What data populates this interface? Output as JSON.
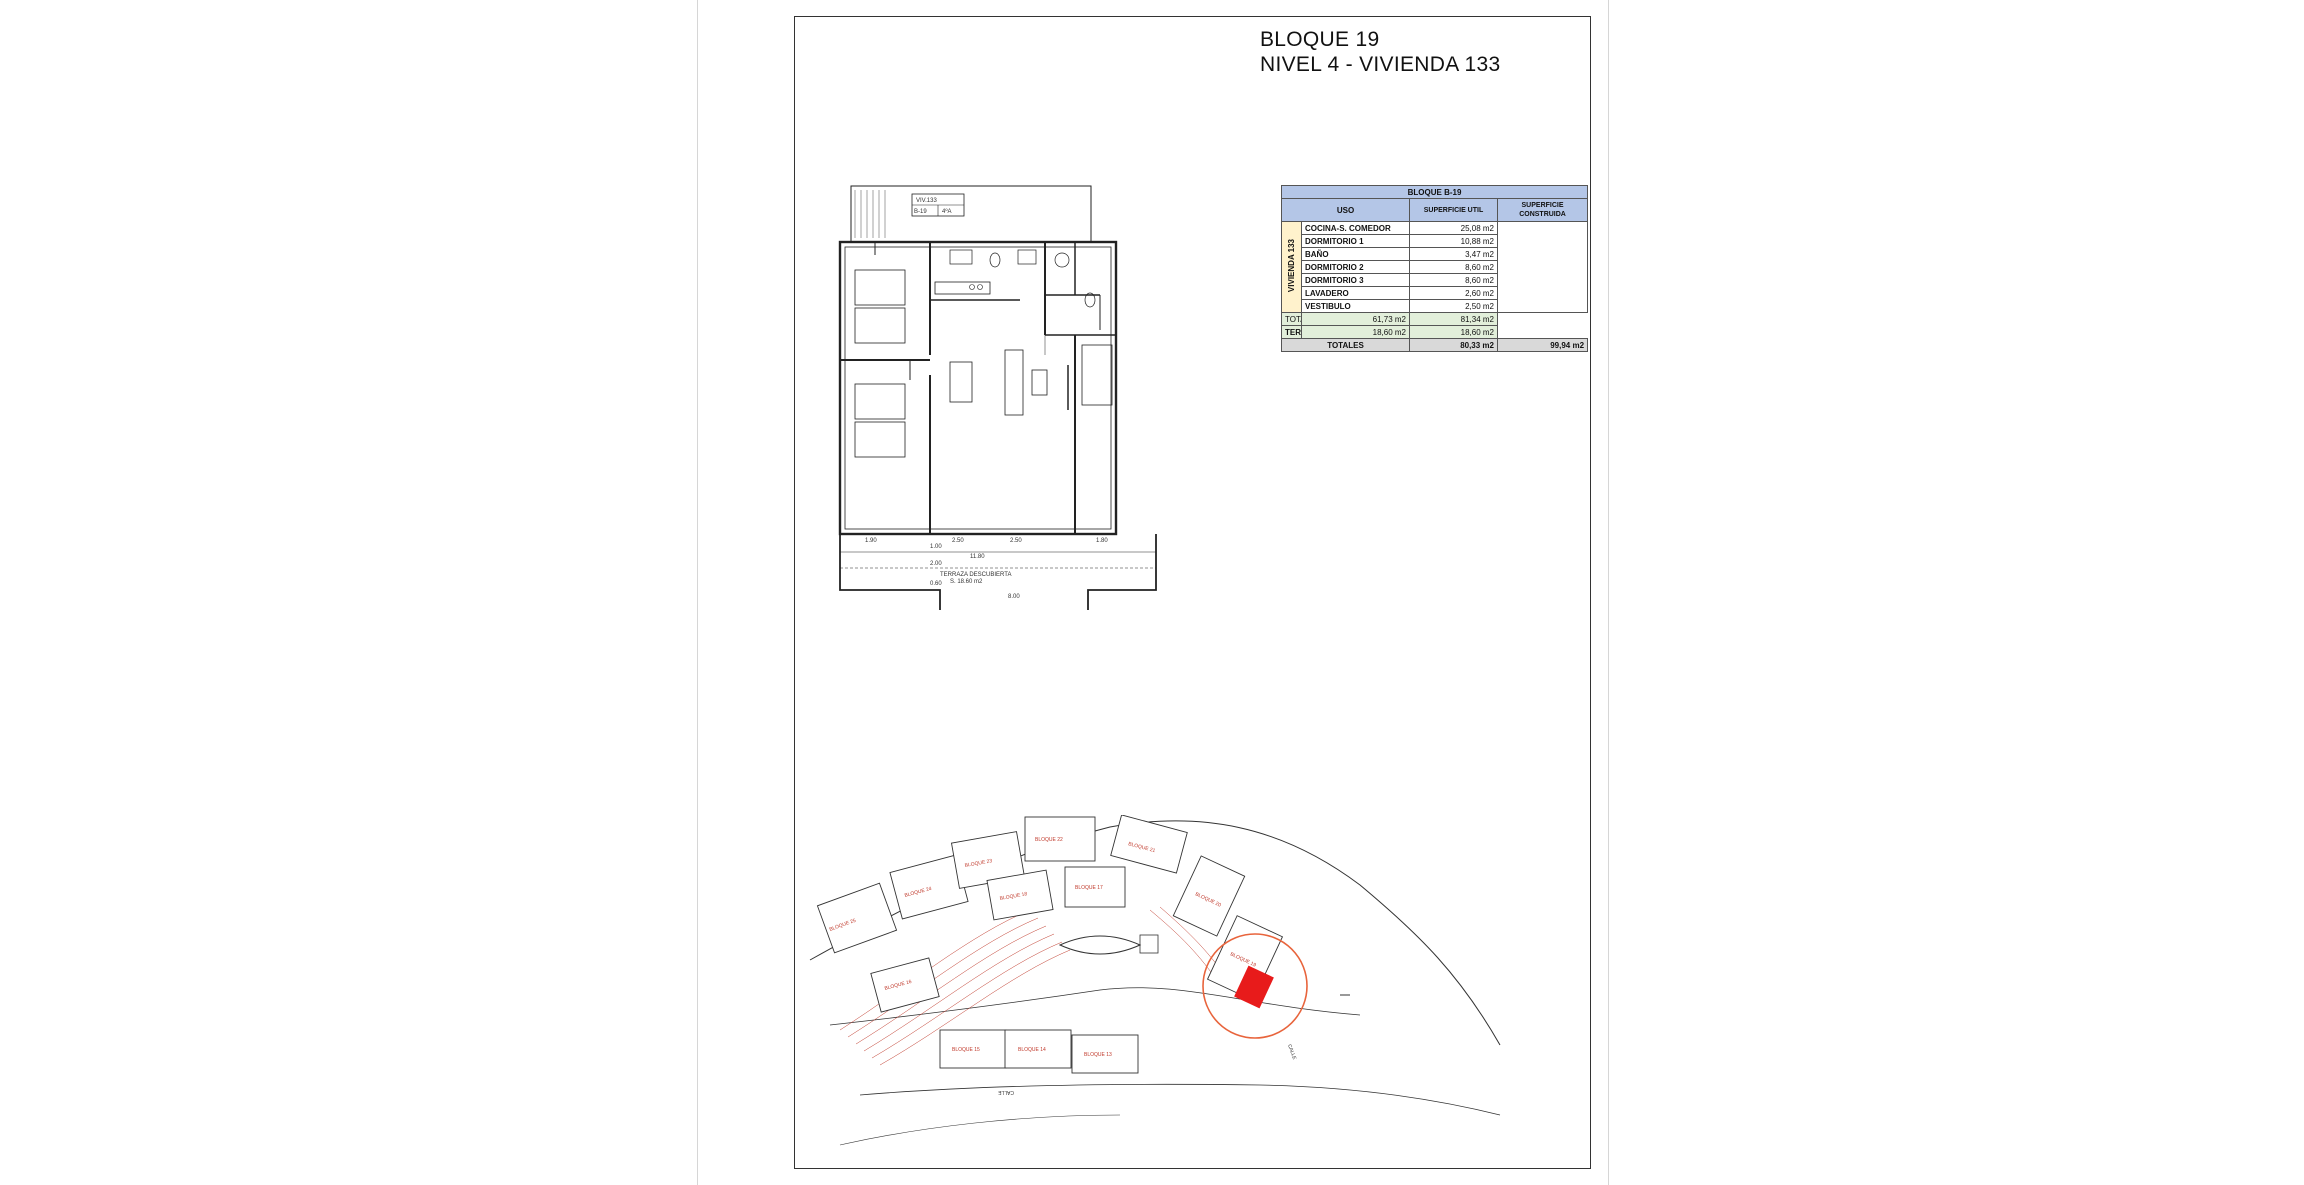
{
  "header": {
    "line1": "BLOQUE 19",
    "line2": "NIVEL 4 - VIVIENDA 133"
  },
  "table": {
    "block": "BLOQUE B-19",
    "col_uso": "USO",
    "col_util": "SUPERFICIE UTIL",
    "col_construida": "SUPERFICIE CONSTRUIDA",
    "unit_label": "VIVIENDA 133",
    "rows": [
      {
        "uso": "COCINA-S. COMEDOR",
        "util": "25,08 m2"
      },
      {
        "uso": "DORMITORIO 1",
        "util": "10,88 m2"
      },
      {
        "uso": "BAÑO",
        "util": "3,47 m2"
      },
      {
        "uso": "DORMITORIO 2",
        "util": "8,60 m2"
      },
      {
        "uso": "DORMITORIO 3",
        "util": "8,60 m2"
      },
      {
        "uso": "LAVADERO",
        "util": "2,60 m2"
      },
      {
        "uso": "VESTIBULO",
        "util": "2,50 m2"
      }
    ],
    "total": {
      "uso": "TOTAL",
      "util": "61,73 m2",
      "construida": "81,34 m2"
    },
    "terrace": {
      "uso": "TERRAZA DESCUBIERTA",
      "util": "18,60 m2",
      "construida": "18,60 m2"
    },
    "totals": {
      "uso": "TOTALES",
      "util": "80,33 m2",
      "construida": "99,94 m2"
    }
  },
  "plan": {
    "dims_top": [
      "1.90",
      "2.50",
      "2.50",
      "1.80"
    ],
    "overall_dim": "11.80",
    "terrace_label": "TERRAZA DESCUBIERTA",
    "terrace_area": "S. 18.60 m2",
    "terrace_width": "8.00",
    "side_dims": [
      "1.00",
      "2.00",
      "0.60"
    ],
    "stamp_top": "VIV.133",
    "stamp_bottom_left": "B-19",
    "stamp_bottom_right": "4ºA"
  },
  "site": {
    "blocks": [
      "BLOQUE 25",
      "BLOQUE 24",
      "BLOQUE 23",
      "BLOQUE 22",
      "BLOQUE 21",
      "BLOQUE 20",
      "BLOQUE 19",
      "BLOQUE 18",
      "BLOQUE 17",
      "BLOQUE 16",
      "BLOQUE 15",
      "BLOQUE 14",
      "BLOQUE 13"
    ],
    "street_bottom": "CALLE",
    "street_right": "CALLE"
  },
  "colors": {
    "highlight": "#e81b1b",
    "circle": "#e8643c",
    "table_header": "#b4c6e7",
    "table_total": "#e2efda",
    "table_side": "#fff2cc",
    "block_label": "#c0392b"
  }
}
